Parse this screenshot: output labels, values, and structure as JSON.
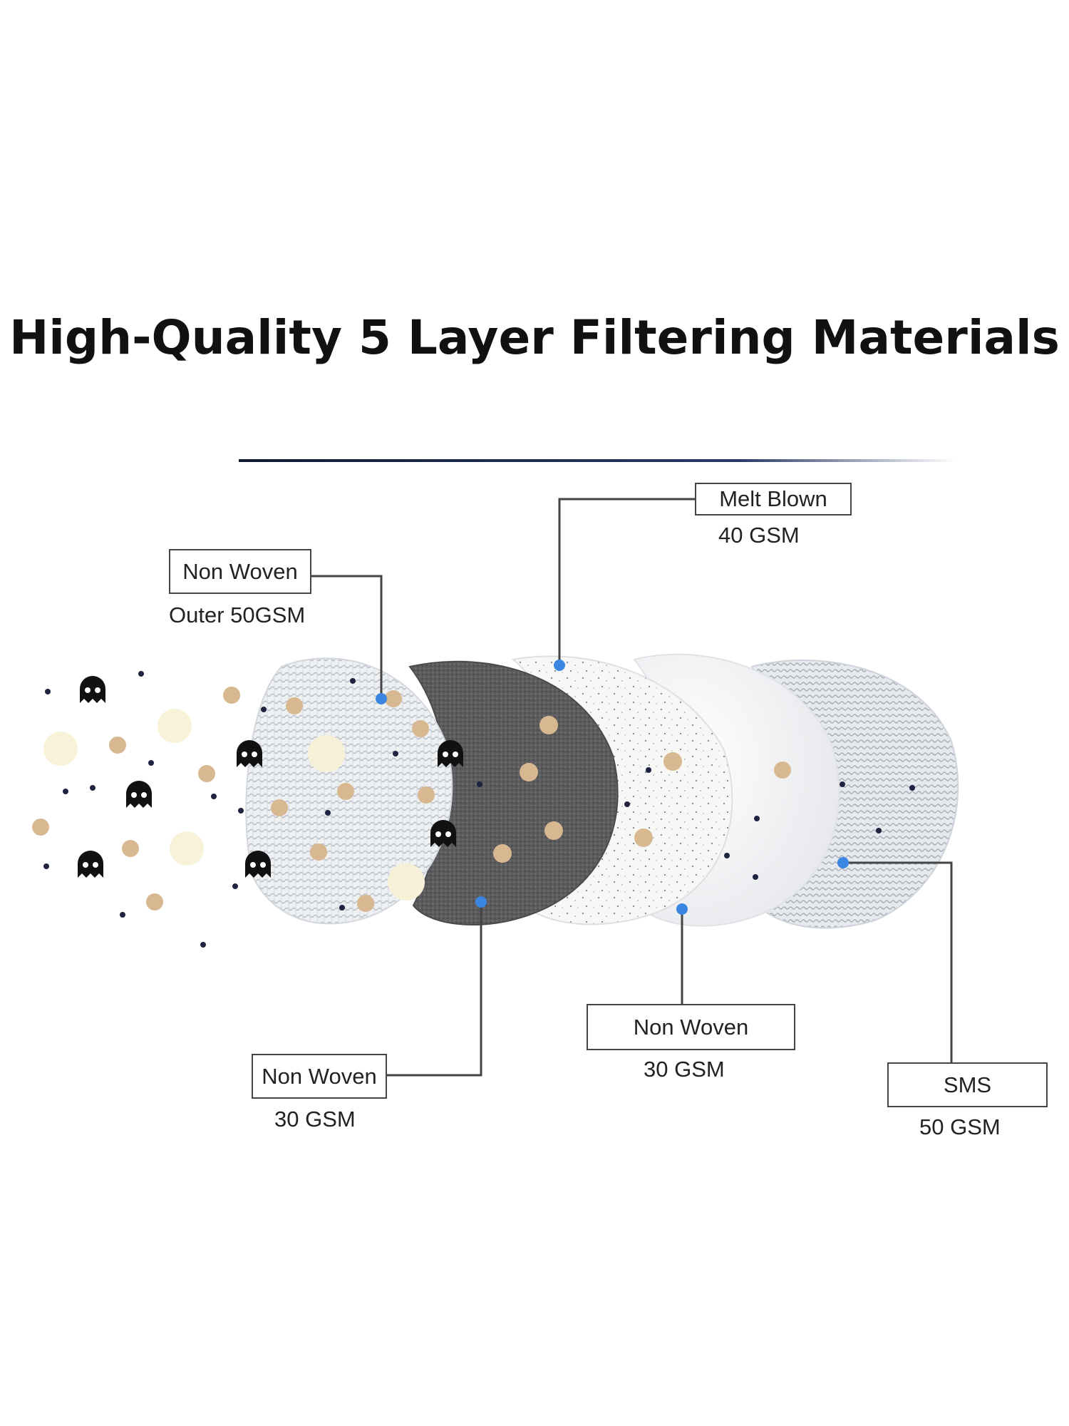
{
  "title": "High-Quality 5 Layer Filtering Materials",
  "layers": [
    {
      "name": "Non Woven",
      "spec": "Outer 50GSM"
    },
    {
      "name": "Non Woven",
      "spec": "30 GSM"
    },
    {
      "name": "Melt Blown",
      "spec": "40 GSM"
    },
    {
      "name": "Non Woven",
      "spec": "30 GSM"
    },
    {
      "name": "SMS",
      "spec": "50 GSM"
    }
  ],
  "colors": {
    "accent_dot": "#3a86e0",
    "leader_line": "#444444",
    "title_rule": "#1a2a4a",
    "particle_tan": "#d8b890",
    "particle_cream": "#f7f2d8",
    "particle_dark": "#1e2340",
    "carbon_layer": "#5a5a5a"
  },
  "icons": [
    "germ-ghost-icon",
    "particle-dot-icon"
  ]
}
